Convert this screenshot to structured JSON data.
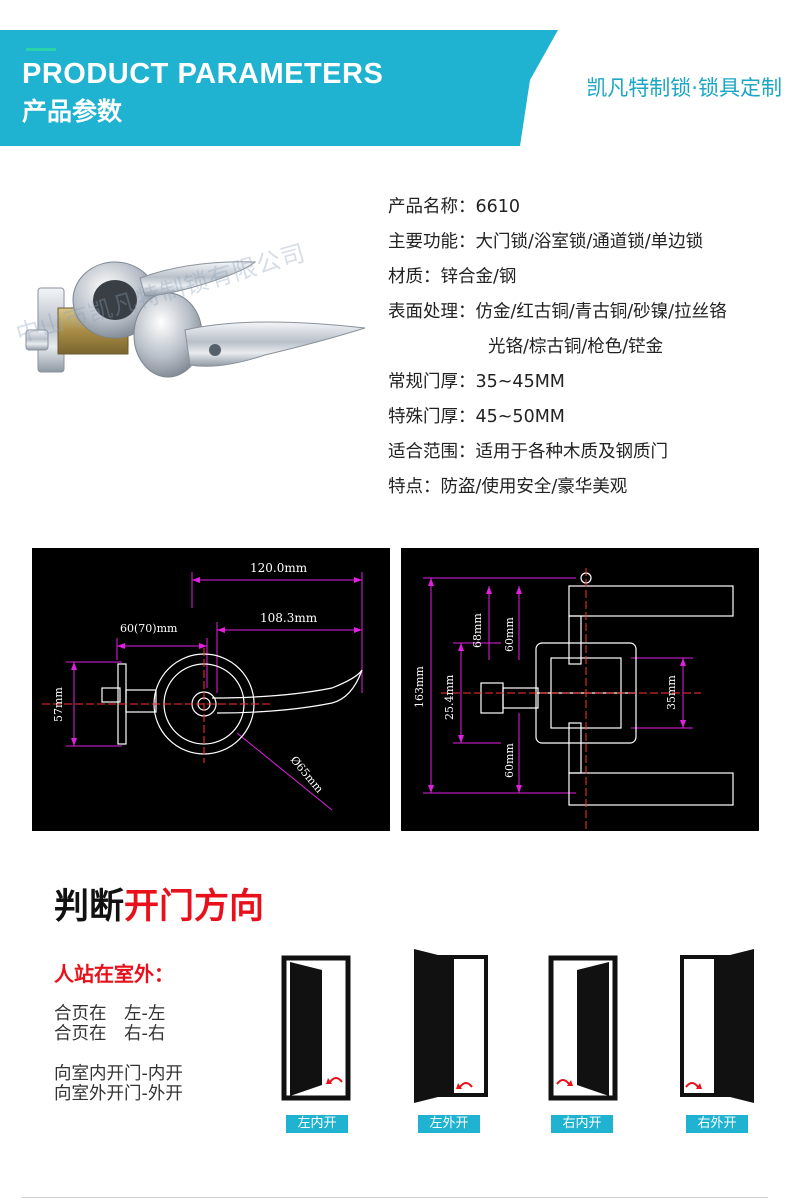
{
  "header": {
    "title_en": "PRODUCT PARAMETERS",
    "title_cn": "产品参数",
    "brand": "凯凡特制锁·锁具定制"
  },
  "watermark": "中山市凯凡特制锁有限公司",
  "specs": [
    {
      "label": "产品名称：",
      "value": "6610"
    },
    {
      "label": "主要功能：",
      "value": "大门锁/浴室锁/通道锁/单边锁"
    },
    {
      "label": "材质：",
      "value": "锌合金/钢"
    },
    {
      "label": "表面处理：",
      "value": "仿金/红古铜/青古铜/砂镍/拉丝铬"
    },
    {
      "label": "",
      "value": "光铬/棕古铜/枪色/铓金"
    },
    {
      "label": "常规门厚：",
      "value": "35~45MM"
    },
    {
      "label": "特殊门厚：",
      "value": "45~50MM"
    },
    {
      "label": "适合范围：",
      "value": "适用于各种木质及钢质门"
    },
    {
      "label": "特点：",
      "value": "防盗/使用安全/豪华美观"
    }
  ],
  "diagram1": {
    "dim_total": "120.0mm",
    "dim_handle": "108.3mm",
    "dim_backset": "60(70)mm",
    "dim_height": "57mm",
    "dim_rose": "Ø65mm"
  },
  "diagram2": {
    "dim_total": "163mm",
    "dim_top1": "68mm",
    "dim_top2": "60mm",
    "dim_bottom": "60mm",
    "dim_bore": "25.4mm",
    "dim_hub": "35mm"
  },
  "direction": {
    "title_black": "判断",
    "title_red": "开门方向",
    "outside_label": "人站在室外：",
    "rules": [
      "合页在　左-左",
      "合页在　右-右",
      "向室内开门-内开",
      "向室外开门-外开"
    ],
    "doors": [
      "左内开",
      "左外开",
      "右内开",
      "右外开"
    ]
  },
  "colors": {
    "accent": "#1fb2d1",
    "red": "#e8111b",
    "dimension": "#e020e0"
  }
}
